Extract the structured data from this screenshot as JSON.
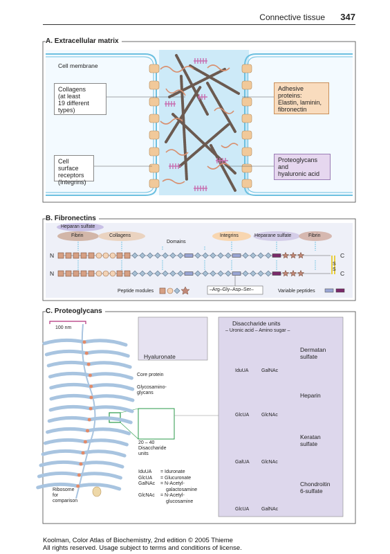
{
  "header": {
    "section": "Connective tissue",
    "page": "347"
  },
  "panel_a": {
    "title": "A. Extracellular matrix",
    "cell_membrane": "Cell membrane",
    "collagens": [
      "Collagens",
      "(at least",
      "19 different",
      "types)"
    ],
    "receptors": [
      "Cell surface",
      "receptors",
      "(Integrins)"
    ],
    "adhesive": [
      "Adhesive",
      "proteins:",
      "Elastin, laminin,",
      "fibronectin"
    ],
    "proteoglycans": [
      "Proteoglycans",
      "and",
      "hyaluronic acid"
    ]
  },
  "panel_b": {
    "title": "B. Fibronectins",
    "heparan_sulfate_top": "Heparan sulfate",
    "fibrin_left": "Fibrin",
    "collagens": "Collagens",
    "domains": "Domains",
    "integrins": "Integrins",
    "heparane_sulfate": "Heparane sulfate",
    "fibrin_right": "Fibrin",
    "n": "N",
    "c": "C",
    "ss": "S S",
    "peptide_modules": "Peptide modules",
    "rgds": "–Arg–Gly–Asp–Ser–",
    "variable_peptides": "Variable peptides"
  },
  "panel_c": {
    "title": "C. Proteoglycans",
    "scale": "100 nm",
    "hyaluronate": "Hyaluronate",
    "core_protein": "Core protein",
    "gag": [
      "Glycosamino-",
      "glycans"
    ],
    "disacch_count": [
      "20 – 40",
      "Disaccharide",
      "units"
    ],
    "abbrev": [
      {
        "k": "IduUA",
        "v": "= Iduronate"
      },
      {
        "k": "GlcUA",
        "v": "= Glucuronate"
      },
      {
        "k": "GalNAc",
        "v": "= N-Acetyl-"
      },
      {
        "k": "",
        "v": "galactosamine"
      },
      {
        "k": "GlcNAc",
        "v": "= N-Acetyl-"
      },
      {
        "k": "",
        "v": "glucosamine"
      }
    ],
    "ribosome": [
      "Ribosome",
      "for",
      "comparison"
    ],
    "disacch_title": "Disaccharide units",
    "disacch_sub": "– Uronic acid – Amino sugar –",
    "units": [
      {
        "name": [
          "Dermatan",
          "sulfate"
        ],
        "a": "IduUA",
        "b": "GalNAc"
      },
      {
        "name": [
          "Heparin"
        ],
        "a": "GlcUA",
        "b": "GlcNAc"
      },
      {
        "name": [
          "Keratan",
          "sulfate"
        ],
        "a": "GalUA",
        "b": "GlcNAc"
      },
      {
        "name": [
          "Chondroitin",
          "6-sulfate"
        ],
        "a": "GlcUA",
        "b": "GalNAc"
      }
    ]
  },
  "footer": [
    "Koolman, Color Atlas of Biochemistry, 2nd edition © 2005 Thieme",
    "All rights reserved. Usage subject to terms and conditions of license."
  ]
}
